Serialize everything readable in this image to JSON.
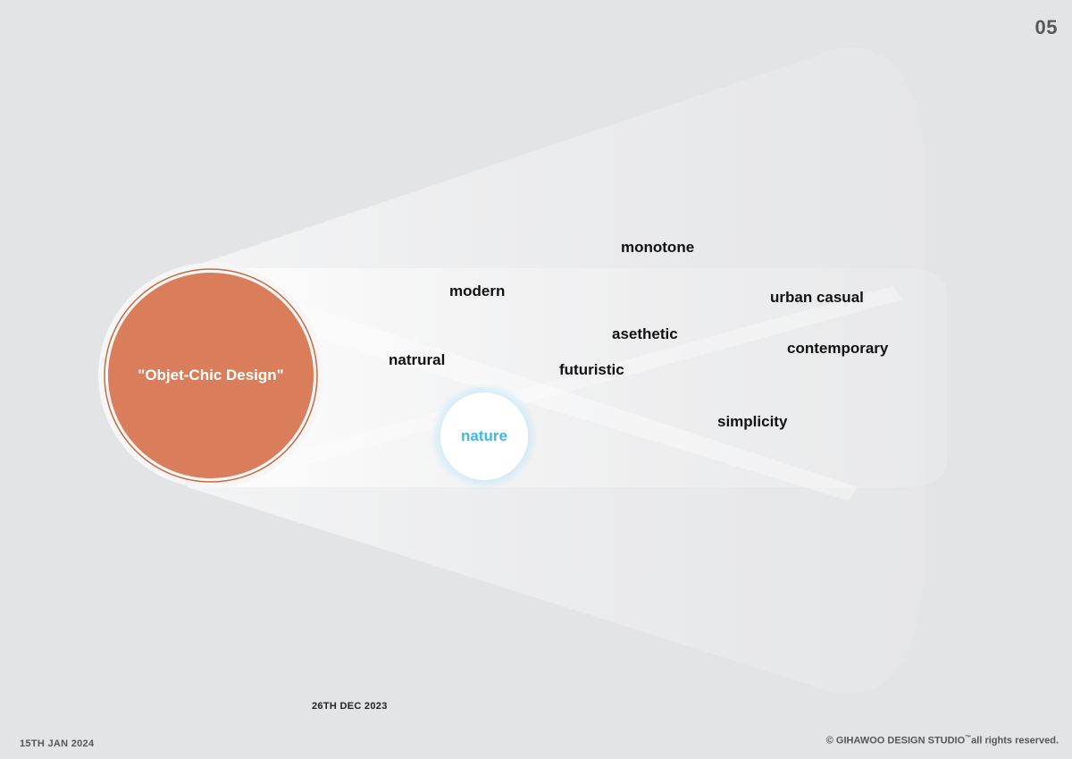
{
  "page": {
    "number": "05"
  },
  "hub": {
    "label": "\"Objet-Chic Design\"",
    "color": "#d97d5a",
    "ring_color": "#c8693f"
  },
  "nature_node": {
    "label": "nature",
    "color": "#3db8ea"
  },
  "keywords": [
    "monotone",
    "modern",
    "urban casual",
    "asethetic",
    "contemporary",
    "natrural",
    "futuristic",
    "simplicity"
  ],
  "footer": {
    "date_mid": "26TH DEC 2023",
    "date_left": "15TH JAN 2024",
    "copyright_main": "© GIHAWOO DESIGN STUDIO",
    "copyright_tm": "™",
    "copyright_tail": "all rights reserved."
  }
}
